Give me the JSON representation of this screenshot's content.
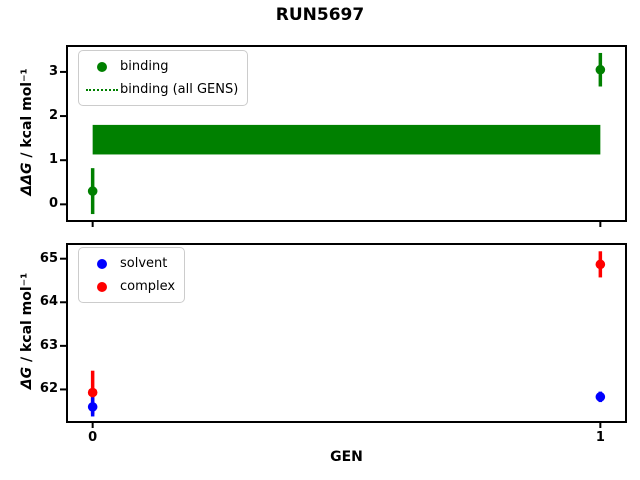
{
  "title": "RUN5697",
  "figure_background": "#ffffff",
  "colors": {
    "binding": "#008000",
    "solvent": "#0000ff",
    "complex": "#ff0000",
    "spine": "#000000",
    "legend_border": "#cccccc"
  },
  "chart_data": [
    {
      "type": "scatter",
      "subplot": "top",
      "ylabel": "ΔΔG / kcal mol⁻¹",
      "ylabel_math": "ΔΔG",
      "ylabel_units": " / kcal mol⁻¹",
      "xlim": [
        -0.0525,
        1.0525
      ],
      "ylim": [
        -0.4,
        3.61
      ],
      "yticks": [
        0,
        1,
        2,
        3
      ],
      "xticks": [
        0,
        1
      ],
      "show_xticklabels": false,
      "grid": false,
      "legend_position": "upper left",
      "legend": [
        {
          "label": "binding",
          "marker": "circle",
          "color": "#008000"
        },
        {
          "label": "binding (all GENS)",
          "marker": "dotted-line",
          "color": "#008000"
        }
      ],
      "band": {
        "label": "binding (all GENS)",
        "color": "#008000",
        "x": [
          0,
          1
        ],
        "lo": 1.13,
        "hi": 1.8
      },
      "series": [
        {
          "name": "binding",
          "color": "#008000",
          "x": [
            0,
            1
          ],
          "y": [
            0.3,
            3.05
          ],
          "yerr": [
            0.52,
            0.38
          ]
        }
      ]
    },
    {
      "type": "scatter",
      "subplot": "bottom",
      "ylabel": "ΔG / kcal mol⁻¹",
      "ylabel_math": "ΔG",
      "ylabel_units": " / kcal mol⁻¹",
      "xlabel": "GEN",
      "xlim": [
        -0.0525,
        1.0525
      ],
      "ylim": [
        61.23,
        65.36
      ],
      "yticks": [
        62,
        63,
        64,
        65
      ],
      "xticks": [
        0,
        1
      ],
      "xticklabels": [
        "0",
        "1"
      ],
      "show_xticklabels": true,
      "grid": false,
      "legend_position": "upper left",
      "legend": [
        {
          "label": "solvent",
          "marker": "circle",
          "color": "#0000ff"
        },
        {
          "label": "complex",
          "marker": "circle",
          "color": "#ff0000"
        }
      ],
      "series": [
        {
          "name": "complex",
          "color": "#ff0000",
          "x": [
            0,
            1
          ],
          "y": [
            61.93,
            64.87
          ],
          "yerr": [
            0.5,
            0.3
          ]
        },
        {
          "name": "solvent",
          "color": "#0000ff",
          "x": [
            0,
            1
          ],
          "y": [
            61.6,
            61.83
          ],
          "yerr": [
            0.22,
            0.12
          ]
        }
      ]
    }
  ]
}
